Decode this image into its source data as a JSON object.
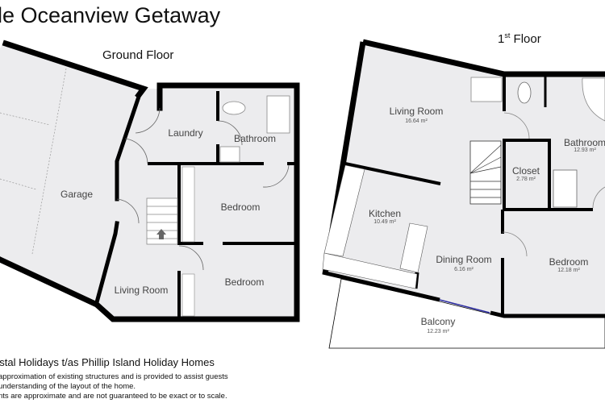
{
  "title": "de Oceanview Getaway",
  "ground_floor": {
    "label": "Ground Floor",
    "rooms": [
      "Garage",
      "Laundry",
      "Bathroom",
      "Bedroom",
      "Bedroom",
      "Living Room"
    ]
  },
  "first_floor": {
    "label_main": "1",
    "label_sup": "st",
    "label_rest": " Floor",
    "rooms": [
      {
        "name": "Living Room",
        "area": "16.64 m²"
      },
      {
        "name": "Bathroom",
        "area": "12.93 m²"
      },
      {
        "name": "Closet",
        "area": "2.78 m²"
      },
      {
        "name": "Kitchen",
        "area": "10.49 m²"
      },
      {
        "name": "Dining Room",
        "area": "6.16 m²"
      },
      {
        "name": "Bedroom",
        "area": "12.18 m²"
      },
      {
        "name": "Balcony",
        "area": "12.23 m²"
      }
    ]
  },
  "footer": {
    "company": "astal Holidays t/as Phillip Island Holiday Homes",
    "line1": "approximation of existing structures and is provided to assist guests",
    "line2": "understanding of the layout of the home.",
    "line3": "nts are approximate and are not guaranteed to be exact or to scale."
  },
  "colors": {
    "wall": "#000000",
    "floor": "#ececee",
    "window": "#2a2aa0"
  }
}
